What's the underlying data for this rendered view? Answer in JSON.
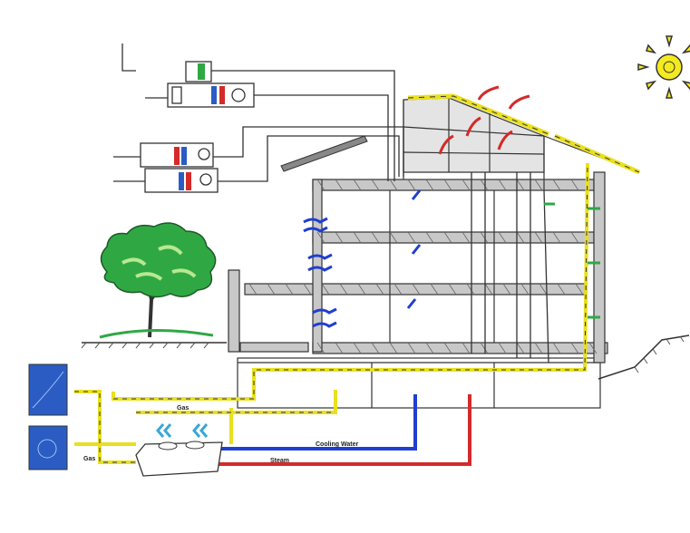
{
  "diagram": {
    "labels": {
      "cooling_water": "Cooling Water",
      "steam": "Steam",
      "gas_1": "Gas",
      "gas_2": "Gas"
    },
    "colors": {
      "cooling_water_pipe": "#1f3fd0",
      "steam_pipe": "#d42a2a",
      "gas_pipe": "#e8e020",
      "sun": "#f4ea20",
      "tree": "#2fa844",
      "panel_blue": "#2a5cc4",
      "ink": "#222222"
    },
    "icons": [
      "sun-icon",
      "tree-icon",
      "solar-panel-icon",
      "ground-probe-icon",
      "cooling-tower-icon",
      "fan-icon"
    ]
  }
}
